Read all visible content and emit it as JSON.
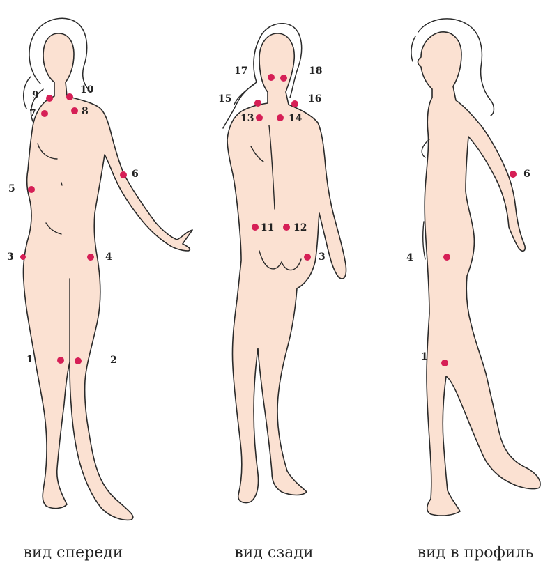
{
  "colors": {
    "point": "#d61f56",
    "skin": "#fbe1d2",
    "outline": "#2a2a2a"
  },
  "views": [
    {
      "caption": "вид спереди",
      "points": [
        {
          "label": "1"
        },
        {
          "label": "2"
        },
        {
          "label": "3"
        },
        {
          "label": "4"
        },
        {
          "label": "5"
        },
        {
          "label": "6"
        },
        {
          "label": "7"
        },
        {
          "label": "8"
        },
        {
          "label": "9"
        },
        {
          "label": "10"
        }
      ]
    },
    {
      "caption": "вид сзади",
      "points": [
        {
          "label": "11"
        },
        {
          "label": "12"
        },
        {
          "label": "3"
        },
        {
          "label": "13"
        },
        {
          "label": "14"
        },
        {
          "label": "15"
        },
        {
          "label": "16"
        },
        {
          "label": "17"
        },
        {
          "label": "18"
        }
      ]
    },
    {
      "caption": "вид в профиль",
      "points": [
        {
          "label": "6"
        },
        {
          "label": "4"
        },
        {
          "label": "1"
        }
      ]
    }
  ]
}
